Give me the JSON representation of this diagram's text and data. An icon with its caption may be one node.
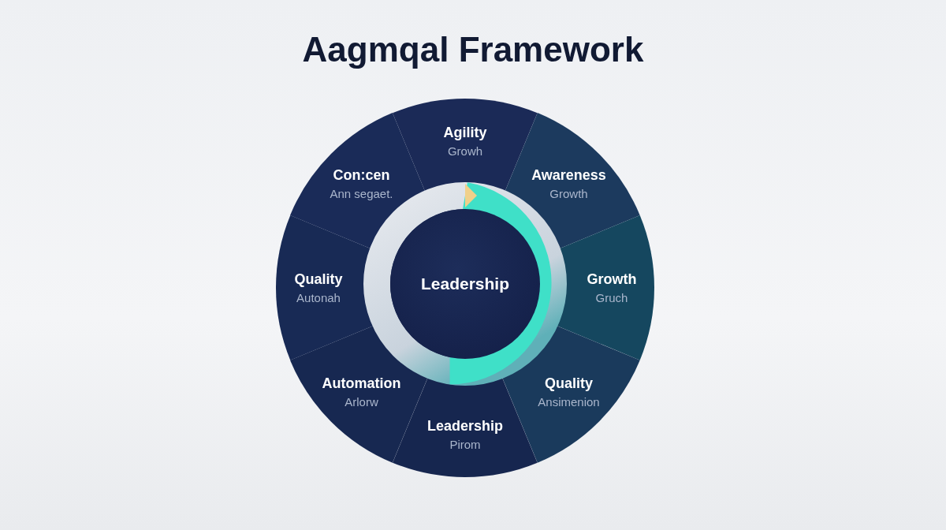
{
  "diagram": {
    "title": "Aagmqal Framework",
    "nodes": [
      {
        "text": [
          "Agility",
          "Growh"
        ]
      },
      {
        "text": [
          "Awareness",
          "Growth"
        ]
      },
      {
        "text": [
          "Growth",
          "Gruch"
        ]
      },
      {
        "text": [
          "Quality",
          "Ansimenion"
        ]
      },
      {
        "text": [
          "Leadership",
          "Pirom"
        ]
      },
      {
        "text": [
          "Automation",
          "Arlorw"
        ]
      },
      {
        "text": [
          "Quality",
          "Autonah"
        ]
      },
      {
        "text": [
          "Con:cen",
          "Ann segaet."
        ]
      },
      {
        "text": [
          "Leadership"
        ]
      }
    ],
    "edges": []
  }
}
